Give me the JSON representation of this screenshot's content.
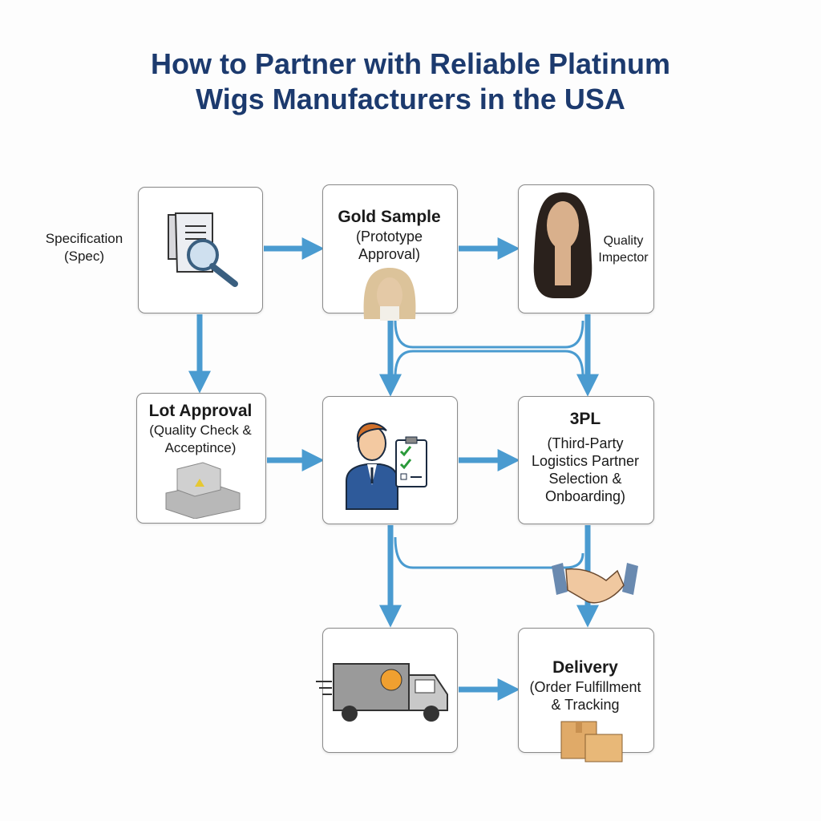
{
  "title": {
    "line1": "How to Partner with Reliable Platinum",
    "line2": "Wigs Manufacturers in the USA"
  },
  "colors": {
    "title": "#1c3a6e",
    "arrow": "#4a9bd0",
    "box_border": "#8a8a8a"
  },
  "nodes": {
    "spec": {
      "label_line1": "Specification",
      "label_line2": "(Spec)",
      "icon": "document-magnifier-icon"
    },
    "gold_sample": {
      "heading": "Gold Sample",
      "sub_line1": "(Prototype",
      "sub_line2": "Approval)",
      "icon": "blonde-wig-icon"
    },
    "quality_inspector": {
      "label_line1": "Quality",
      "label_line2": "Impector",
      "icon": "dark-wig-mannequin-icon"
    },
    "lot_approval": {
      "heading": "Lot Approval",
      "sub_line1": "(Quality Check &",
      "sub_line2": "Acceptince)",
      "icon": "stamp-machine-icon"
    },
    "inspector": {
      "icon": "inspector-clipboard-icon"
    },
    "threepl": {
      "heading": "3PL",
      "sub_line1": "(Third-Party",
      "sub_line2": "Logistics Partner",
      "sub_line3": "Selection &",
      "sub_line4": "Onboarding)",
      "icon": "handshake-icon"
    },
    "shipping": {
      "icon": "delivery-truck-icon"
    },
    "delivery": {
      "heading": "Delivery",
      "sub_line1": "(Order Fulfillment",
      "sub_line2": "& Tracking",
      "icon": "boxes-icon"
    }
  }
}
